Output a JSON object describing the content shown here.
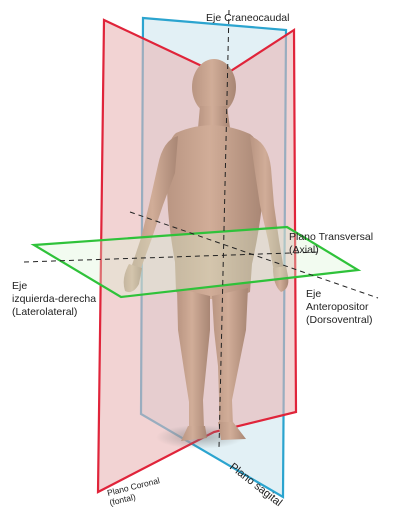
{
  "labels": {
    "axis_craniocaudal": "Eje Craneocaudal",
    "transverse_plane": [
      "Plano Transversal",
      "(Axial)"
    ],
    "axis_left_right": [
      "Eje",
      "izquierda-derecha",
      "(Laterolateral)"
    ],
    "axis_anteroposterior": [
      "Eje",
      "Anteropositor",
      "(Dorsoventral)"
    ],
    "coronal_plane": [
      "Plano Coronal",
      "(fontal)"
    ],
    "sagittal_plane": "Plano sagital"
  },
  "colors": {
    "coronal_plane": "#e0243a",
    "sagittal_plane": "#2ba4cf",
    "transverse_plane": "#2fc23a",
    "body_skin": "#c8a38e"
  }
}
